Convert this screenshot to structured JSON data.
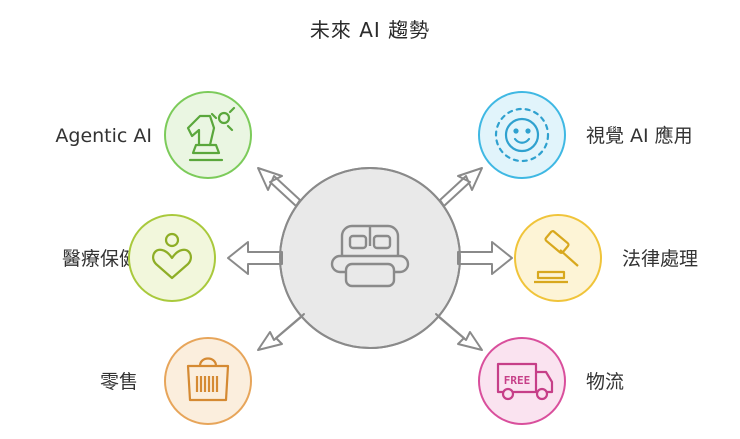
{
  "title": "未來 AI 趨勢",
  "items": [
    {
      "label": "Agentic AI",
      "icon": "chess-knight-icon",
      "color": "#7ccb5a"
    },
    {
      "label": "醫療保健",
      "icon": "person-heart-icon",
      "color": "#a9c93c"
    },
    {
      "label": "零售",
      "icon": "shopping-bag-barcode-icon",
      "color": "#e7a55a"
    },
    {
      "label": "視覺 AI 應用",
      "icon": "smiley-face-icon",
      "color": "#3fb8e3"
    },
    {
      "label": "法律處理",
      "icon": "gavel-icon",
      "color": "#f0c43a"
    },
    {
      "label": "物流",
      "icon": "free-delivery-truck-icon",
      "color": "#d94f9c"
    }
  ],
  "center": {
    "icon": "robot-icon"
  },
  "truck_text": "FREE"
}
